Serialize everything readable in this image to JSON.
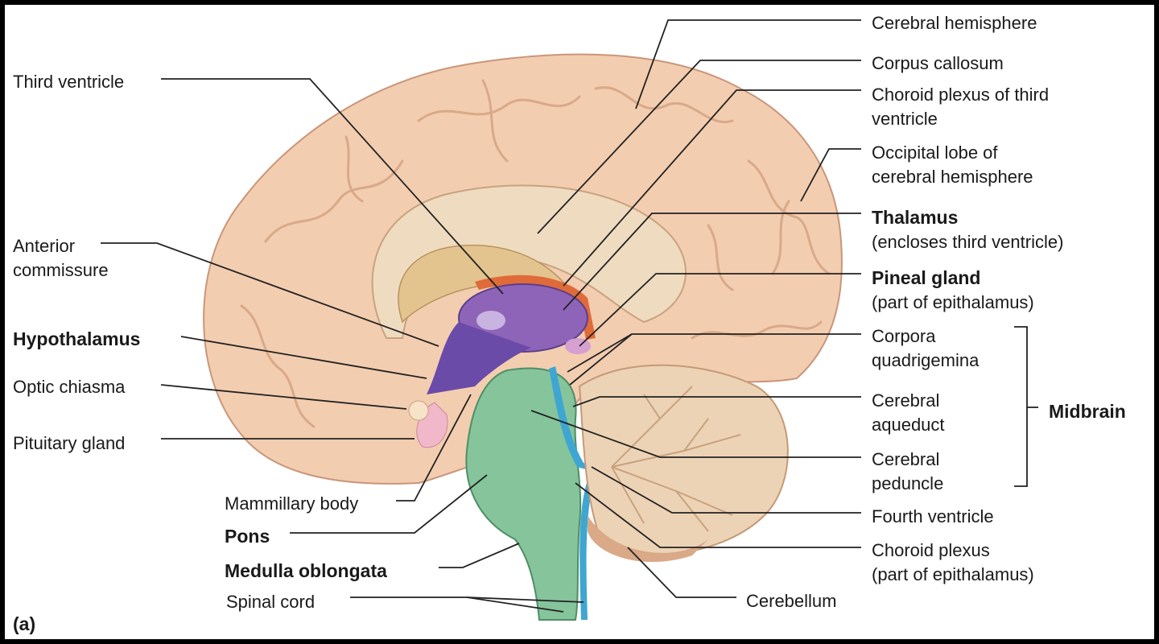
{
  "colors": {
    "cortex": "#f3cdb0",
    "cortex_shadow": "#d9a988",
    "corpus_callosum": "#efdcc0",
    "thalamus": "#8e64b8",
    "hypothalamus": "#6a4ba8",
    "brainstem": "#86c49b",
    "ventricle": "#3fa6d2",
    "cerebellum": "#edd3b5",
    "choroid": "#e06a3a",
    "pituitary": "#f0b8c8"
  },
  "labels": {
    "third_ventricle": "Third ventricle",
    "anterior_commissure_1": "Anterior",
    "anterior_commissure_2": "commissure",
    "hypothalamus": "Hypothalamus",
    "optic_chiasma": "Optic chiasma",
    "pituitary_gland": "Pituitary gland",
    "mammillary_body": "Mammillary body",
    "pons": "Pons",
    "medulla_oblongata": "Medulla oblongata",
    "spinal_cord": "Spinal cord",
    "panel": "(a)",
    "cerebral_hemisphere": "Cerebral hemisphere",
    "corpus_callosum": "Corpus callosum",
    "choroid_plexus_third_1": "Choroid plexus of third",
    "choroid_plexus_third_2": "ventricle",
    "occipital_lobe_1": "Occipital lobe of",
    "occipital_lobe_2": "cerebral hemisphere",
    "thalamus": "Thalamus",
    "thalamus_note": "(encloses third ventricle)",
    "pineal_gland": "Pineal gland",
    "pineal_note": "(part of epithalamus)",
    "corpora_quadrigemina_1": "Corpora",
    "corpora_quadrigemina_2": "quadrigemina",
    "cerebral_aqueduct_1": "Cerebral",
    "cerebral_aqueduct_2": "aqueduct",
    "cerebral_peduncle_1": "Cerebral",
    "cerebral_peduncle_2": "peduncle",
    "midbrain": "Midbrain",
    "fourth_ventricle": "Fourth ventricle",
    "choroid_plexus_1": "Choroid plexus",
    "choroid_plexus_2": "(part of epithalamus)",
    "cerebellum": "Cerebellum"
  }
}
